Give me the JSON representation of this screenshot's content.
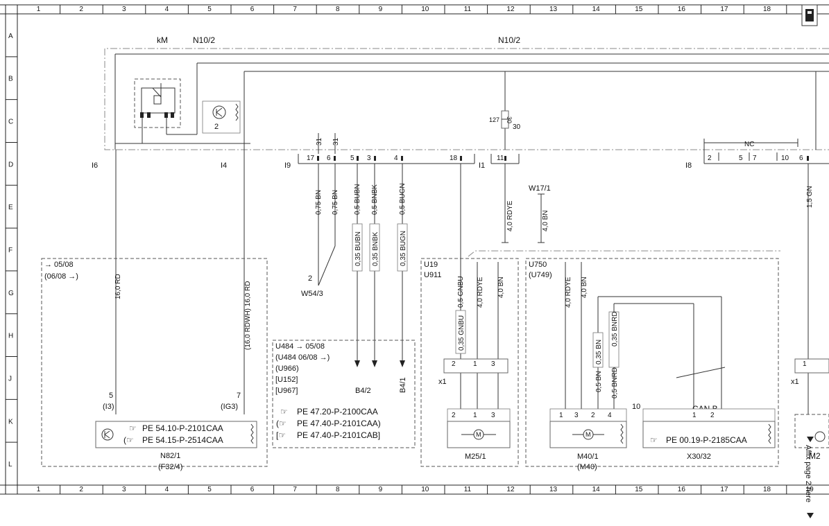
{
  "grid": {
    "columns": [
      "1",
      "2",
      "3",
      "4",
      "5",
      "6",
      "7",
      "8",
      "9",
      "10",
      "11",
      "12",
      "13",
      "14",
      "15",
      "16",
      "17",
      "18",
      "19"
    ],
    "rows": [
      "A",
      "B",
      "C",
      "D",
      "E",
      "F",
      "G",
      "H",
      "J",
      "K",
      "L"
    ]
  },
  "header": {
    "km": "kM",
    "n10_left": "N10/2",
    "n10_center": "N10/2"
  },
  "connectors": {
    "i6": "I6",
    "i4": "I4",
    "i9": "I9",
    "i1": "I1",
    "i8": "I8",
    "nc": "NC",
    "w17": "W17/1",
    "w54": "W54/3",
    "w54_pin": "2",
    "fuse_num": "127",
    "fuse_amp": "30",
    "fuse_pin": "30",
    "relay_pin": "2",
    "i9_pins": [
      "17",
      "6",
      "5",
      "3",
      "4",
      "18"
    ],
    "pins_31": [
      "31",
      "31"
    ],
    "i1_pin": "11",
    "i8_pins": [
      "2",
      "5",
      "7",
      "10",
      "6"
    ]
  },
  "wires": {
    "w075bn_a": "0,75 BN",
    "w075bn_b": "0,75 BN",
    "w05bubn": "0,5 BUBN",
    "w05bnbk": "0,5 BNBK",
    "w05bugn": "0,5 BUGN",
    "w035bubn": "0,35 BUBN",
    "w035bnbk": "0,35 BNBK",
    "w035bugn": "0,35 BUGN",
    "w40rdye": "4,0 RDYE",
    "w40bn": "4,0 BN",
    "w15gn": "1,5 GN",
    "w160rd": "16,0 RD",
    "w160rdwh": "(16,0 RDWH) 16,0 RD",
    "w05gnbu": "0,5 GNBU",
    "w035gnbu": "0,35 GNBU",
    "w40rdye_b": "4,0 RDYE",
    "w40bn_b": "4,0 BN",
    "w40rdye_c": "4,0 RDYE",
    "w40bn_c": "4,0 BN",
    "w035bn": "0,35 BN",
    "w035bnrd": "0,35 BNRD",
    "w05bn": "0,5 BN",
    "w05bnrd": "0,5 BNRD"
  },
  "n82": {
    "version1": "→ 05/08",
    "version2": "(06/08  →)",
    "pin5": "5",
    "pin5_ref": "(I3)",
    "pin7": "7",
    "pin7_ref": "(IG3)",
    "ref1": "PE 54.10-P-2101CAA",
    "ref2": "PE 54.15-P-2514CAA",
    "name": "N82/1",
    "alt": "(F32/4)"
  },
  "u484": {
    "l1": "U484    → 05/08",
    "l2": "(U484    06/08  →)",
    "l3": "(U966)",
    "l4": "[U152]",
    "l5": "[U967]",
    "ref1": "PE 47.20-P-2100CAA",
    "ref2": "PE 47.40-P-2101CAA)",
    "ref3": "PE 47.40-P-2101CAB]",
    "b42": "B4/2",
    "b41": "B4/1"
  },
  "m25": {
    "u19": "U19",
    "u911": "U911",
    "x1": "x1",
    "pins": [
      "2",
      "1",
      "3"
    ],
    "name": "M25/1"
  },
  "m40": {
    "u750": "U750",
    "u749": "(U749)",
    "pins": [
      "1",
      "3",
      "2",
      "4"
    ],
    "name": "M40/1",
    "alt": "(M40)",
    "ten": "10"
  },
  "x30": {
    "canb": "CAN B",
    "pins": [
      "1",
      "2"
    ],
    "ref": "PE 00.19-P-2185CAA",
    "name": "X30/32"
  },
  "right": {
    "x1": "x1",
    "pin1": "1",
    "m2": "M2",
    "note": "Affix page 2 here"
  }
}
